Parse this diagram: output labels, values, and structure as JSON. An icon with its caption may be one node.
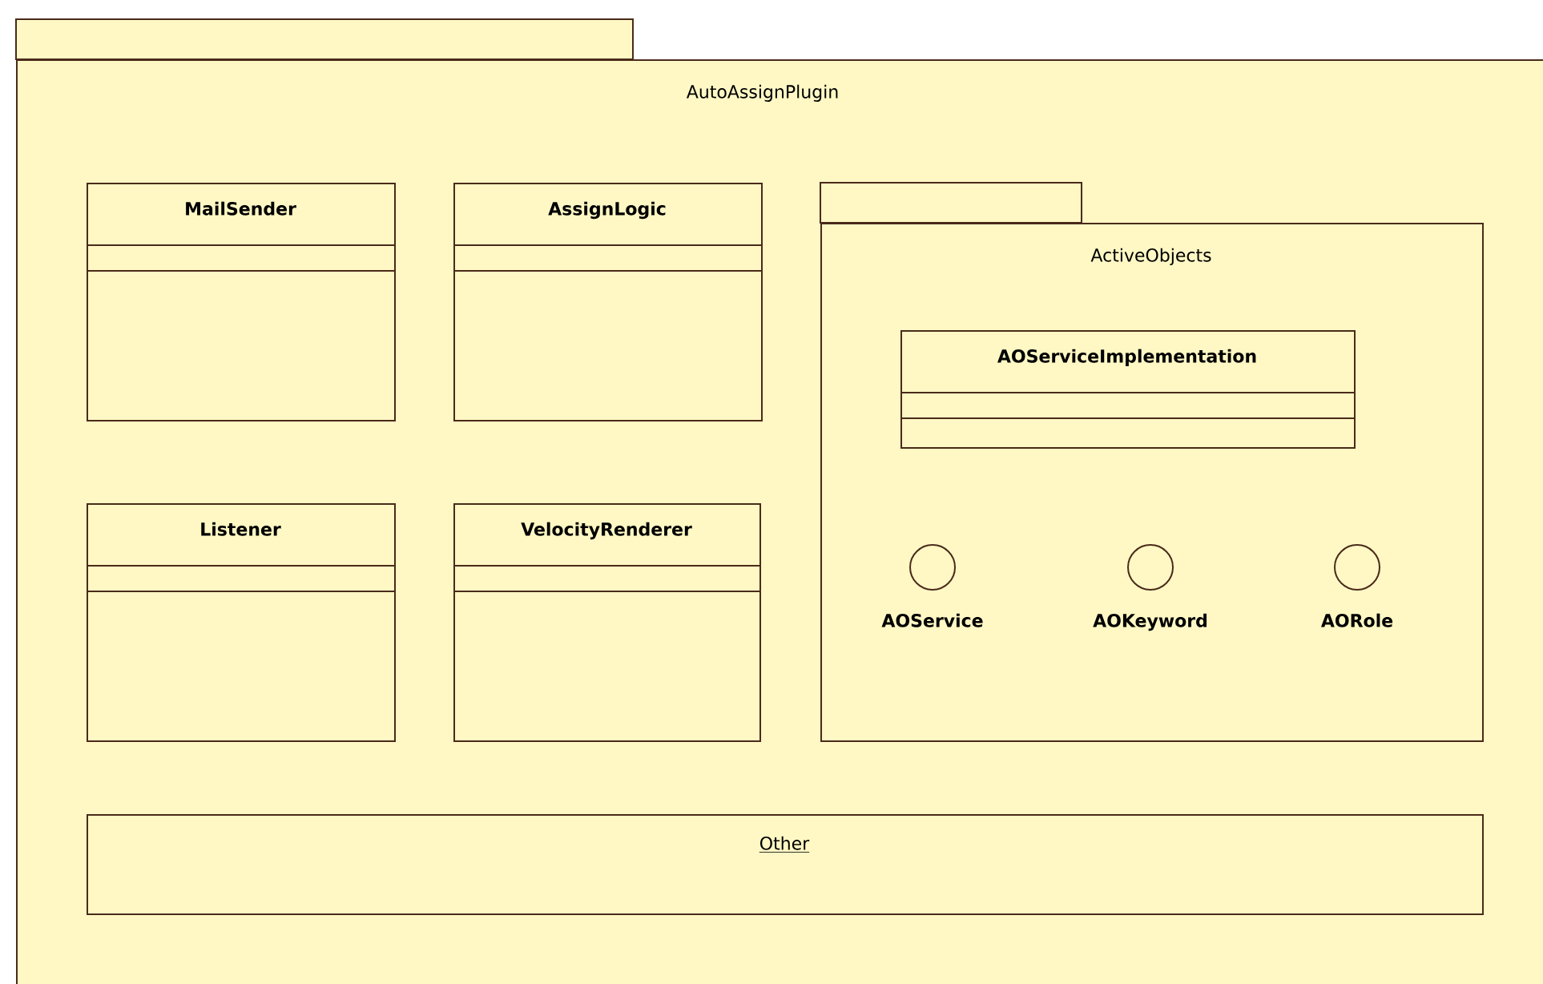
{
  "diagram": {
    "nodes": [
      {
        "text": [
          "AutoAssignPlugin"
        ]
      },
      {
        "text": [
          "MailSender"
        ],
        "in": 0
      },
      {
        "text": [
          "AssignLogic"
        ],
        "in": 0
      },
      {
        "text": [
          "ActiveObjects"
        ],
        "in": 0
      },
      {
        "text": [
          "AOServiceImplementation"
        ],
        "in": 3
      },
      {
        "text": [
          "Listener"
        ],
        "in": 0
      },
      {
        "text": [
          "VelocityRenderer"
        ],
        "in": 0
      },
      {
        "text": [
          "AOService"
        ],
        "in": 3
      },
      {
        "text": [
          "AOKeyword"
        ],
        "in": 3
      },
      {
        "text": [
          "AORole"
        ],
        "in": 3
      },
      {
        "text": [
          "Other"
        ],
        "in": 0
      }
    ]
  }
}
